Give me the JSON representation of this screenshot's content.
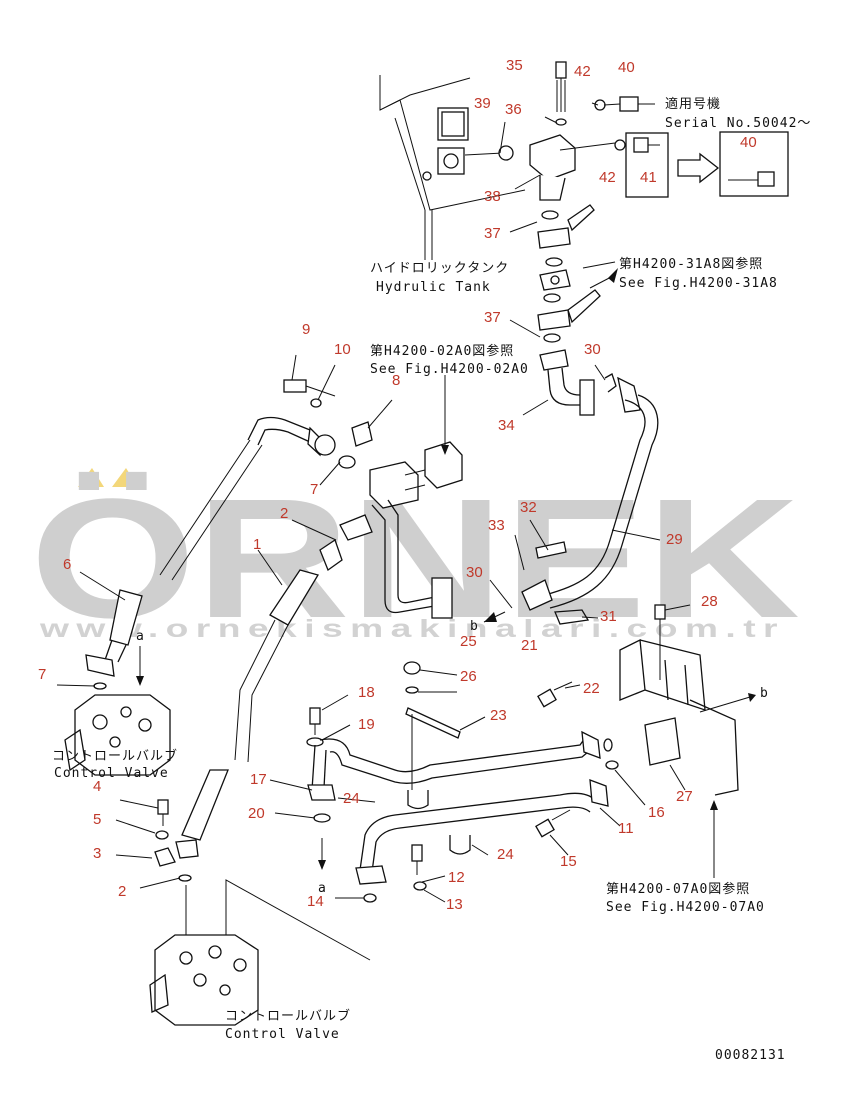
{
  "watermark": {
    "brand": "ÖRNEK",
    "url": "www.ornekismakinalari.com.tr"
  },
  "labels": {
    "hydraulic_tank_jp": "ハイドロリックタンク",
    "hydraulic_tank_en": "Hydrulic Tank",
    "serial_jp": "適用号機",
    "serial_en": "Serial No.50042～",
    "ref_31a8_jp": "第H4200-31A8図参照",
    "ref_31a8_en": "See Fig.H4200-31A8",
    "ref_02a0_jp": "第H4200-02A0図参照",
    "ref_02a0_en": "See Fig.H4200-02A0",
    "ref_07a0_jp": "第H4200-07A0図参照",
    "ref_07a0_en": "See Fig.H4200-07A0",
    "control_valve_jp_1": "コントロールバルブ",
    "control_valve_en_1": "Control Valve",
    "control_valve_jp_2": "コントロールバルブ",
    "control_valve_en_2": "Control Valve",
    "figure_number": "00082131",
    "arrow_a_top": "a",
    "arrow_a_bottom": "a",
    "arrow_b_left": "b",
    "arrow_b_right": "b"
  },
  "part_numbers": {
    "p35": "35",
    "p42a": "42",
    "p40a": "40",
    "p39": "39",
    "p36": "36",
    "p42b": "42",
    "p41": "41",
    "p40b": "40",
    "p38": "38",
    "p37a": "37",
    "p37b": "37",
    "p9": "9",
    "p10": "10",
    "p8": "8",
    "p30a": "30",
    "p34": "34",
    "p7a": "7",
    "p2a": "2",
    "p1": "1",
    "p6": "6",
    "p32": "32",
    "p33": "33",
    "p29": "29",
    "p30b": "30",
    "p25": "25",
    "p31": "31",
    "p21": "21",
    "p28": "28",
    "p7b": "7",
    "p26": "26",
    "p22": "22",
    "p18": "18",
    "p23": "23",
    "p19": "19",
    "p4": "4",
    "p17": "17",
    "p24a": "24",
    "p16": "16",
    "p27": "27",
    "p5": "5",
    "p20": "20",
    "p11": "11",
    "p3": "3",
    "p24b": "24",
    "p15": "15",
    "p2b": "2",
    "p12": "12",
    "p14": "14",
    "p13": "13"
  }
}
